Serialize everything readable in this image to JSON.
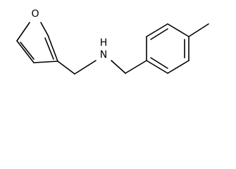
{
  "molecule": {
    "atoms": {
      "oxygen": "O",
      "nitrogen": "N",
      "hydrogen": "H"
    }
  }
}
